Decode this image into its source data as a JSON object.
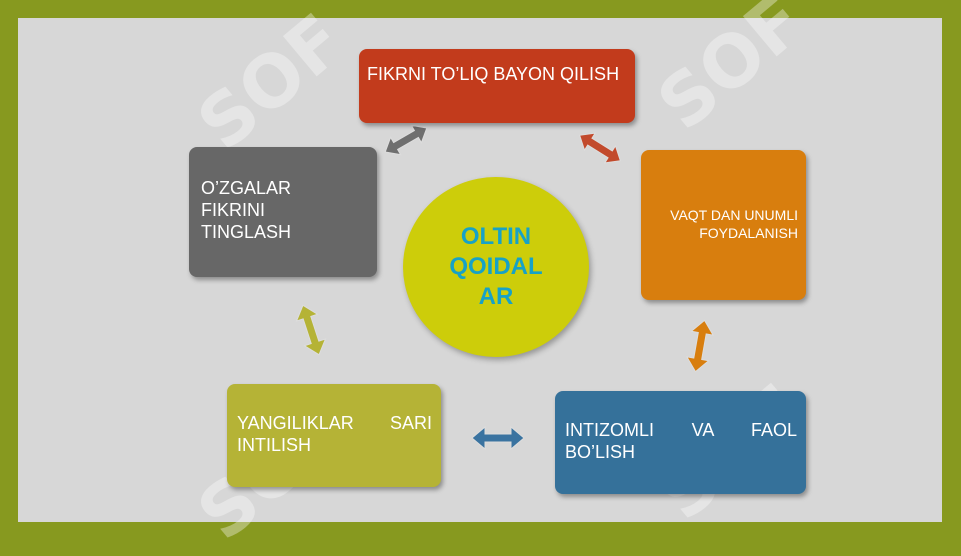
{
  "center": {
    "label": "OLTIN QOIDAL AR"
  },
  "boxes": {
    "top": {
      "label": "FIKRNI TO’LIQ BAYON QILISH",
      "color": "#c23b1c"
    },
    "right": {
      "label": "VAQT DAN UNUMLI FOYDALANISH",
      "color": "#d87e0e"
    },
    "bottom_right": {
      "label": "INTIZOMLI VA FAOL BO’LISH",
      "color": "#35719a"
    },
    "bottom_left": {
      "label": "YANGILIKLAR SARI INTILISH",
      "color": "#b5b336"
    },
    "left": {
      "label": "O’ZGALAR FIKRINI TINGLASH",
      "color": "#676767"
    }
  },
  "colors": {
    "frame": "#87991f",
    "panel": "#d7d7d7",
    "center_fill": "#cdcd0a",
    "center_text": "#17a2c7"
  },
  "watermark": "SOF"
}
